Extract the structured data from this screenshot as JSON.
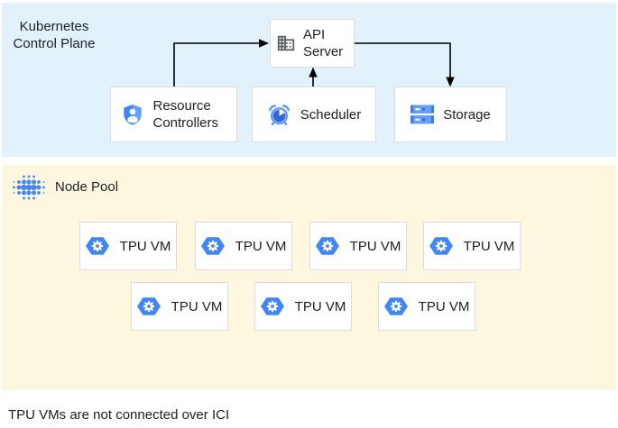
{
  "diagram": {
    "control_plane": {
      "label": "Kubernetes Control Plane",
      "nodes": {
        "api_server": "API Server",
        "resource_controllers": "Resource Controllers",
        "scheduler": "Scheduler",
        "storage": "Storage"
      },
      "arrows": [
        {
          "from": "resource_controllers",
          "to": "api_server"
        },
        {
          "from": "scheduler",
          "to": "api_server"
        },
        {
          "from": "api_server",
          "to": "storage"
        }
      ]
    },
    "node_pool": {
      "label": "Node Pool",
      "tpu_vm_label": "TPU VM",
      "tpu_vm_count": 7,
      "rows": [
        4,
        3
      ]
    },
    "caption": "TPU VMs are not connected over ICI"
  },
  "icons": {
    "api_server": "building-icon",
    "resource_controllers": "shield-user-icon",
    "scheduler": "alarm-clock-icon",
    "storage": "server-stack-icon",
    "node_pool": "dot-cluster-icon",
    "tpu_vm": "hexagon-gear-icon"
  },
  "colors": {
    "control_plane_bg": "#e1f2fd",
    "node_pool_bg": "#fef7e0",
    "box_border": "#dadce0",
    "box_bg": "#ffffff",
    "text": "#202124",
    "arrow": "#000000",
    "icon_blue": "#4285f4",
    "icon_blue_mid": "#669df6",
    "icon_blue_dark": "#3367d6",
    "icon_gray": "#5f6368"
  }
}
